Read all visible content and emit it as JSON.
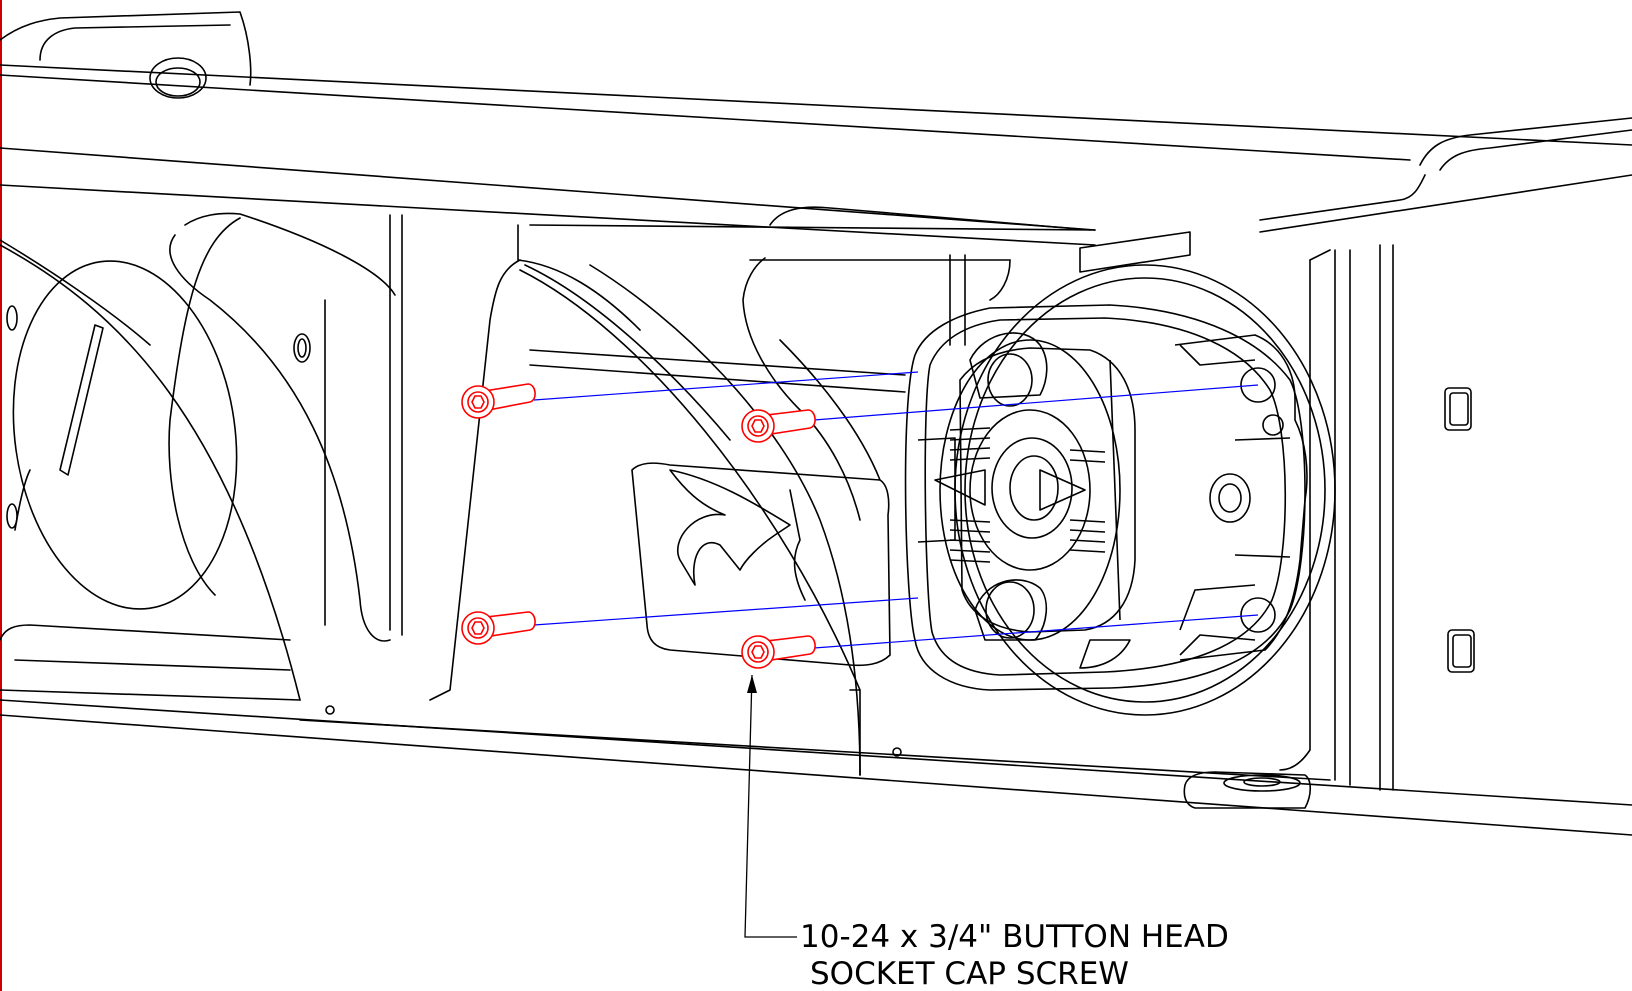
{
  "callout": {
    "line1": "10-24 x 3/4\" BUTTON HEAD",
    "line2": "SOCKET CAP SCREW"
  },
  "colors": {
    "outline": "#000000",
    "fastener": "#ff0000",
    "assembly_line": "#0000ff",
    "border_edge": "#cc0000"
  },
  "parts": {
    "fastener_count": 4
  }
}
